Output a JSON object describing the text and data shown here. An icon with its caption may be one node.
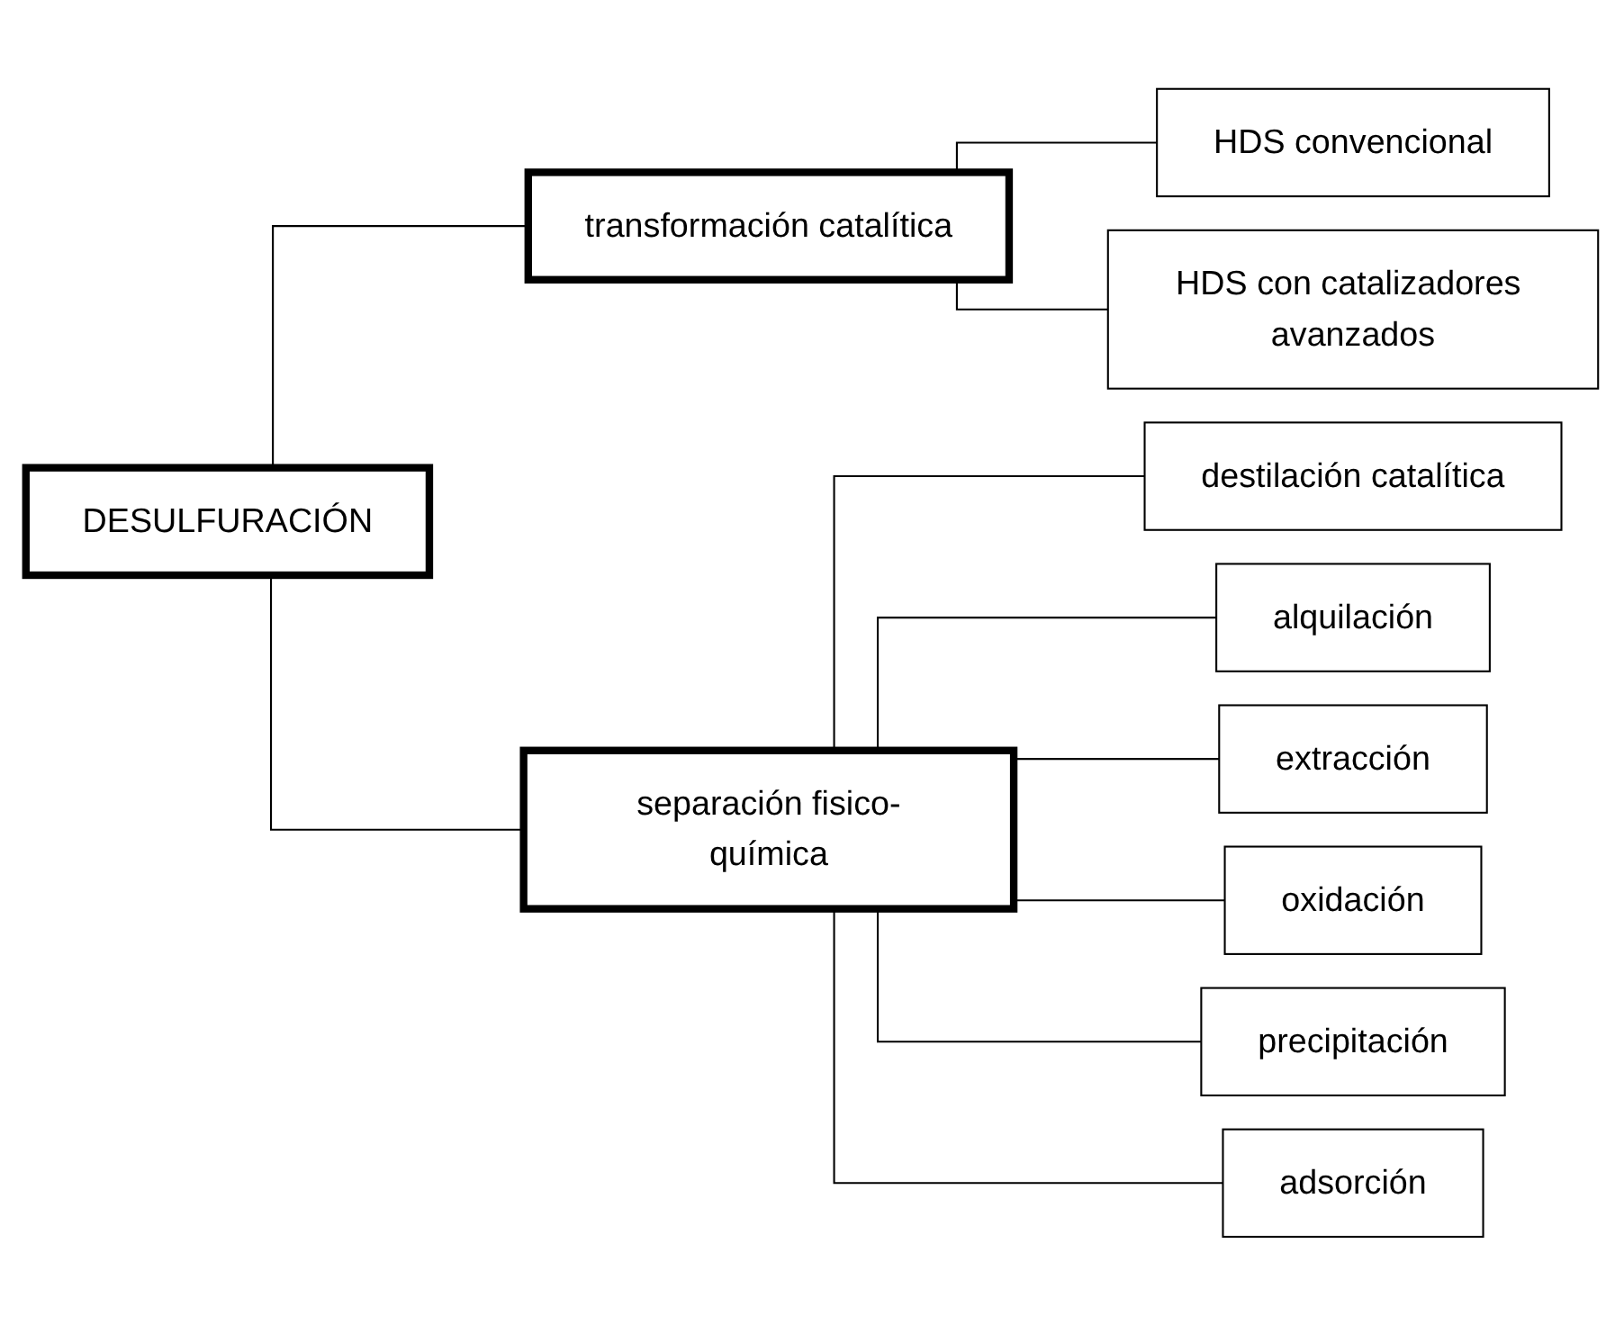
{
  "diagram": {
    "nodes": [
      {
        "text": [
          "DESULFURACIÓN"
        ]
      },
      {
        "text": [
          "transformación catalítica"
        ]
      },
      {
        "text": [
          "separación fisico-química"
        ]
      },
      {
        "text": [
          "HDS convencional"
        ]
      },
      {
        "text": [
          "HDS con catalizadores avanzados"
        ]
      },
      {
        "text": [
          "destilación catalítica"
        ]
      },
      {
        "text": [
          "alquilación"
        ]
      },
      {
        "text": [
          "extracción"
        ]
      },
      {
        "text": [
          "oxidación"
        ]
      },
      {
        "text": [
          "precipitación"
        ]
      },
      {
        "text": [
          "adsorción"
        ]
      }
    ],
    "edges": [
      {
        "from": 0,
        "to": 1,
        "arrow": "none"
      },
      {
        "from": 0,
        "to": 2,
        "arrow": "none"
      },
      {
        "from": 1,
        "to": 3,
        "arrow": "none"
      },
      {
        "from": 1,
        "to": 4,
        "arrow": "none"
      },
      {
        "from": 2,
        "to": 5,
        "arrow": "none"
      },
      {
        "from": 2,
        "to": 6,
        "arrow": "none"
      },
      {
        "from": 2,
        "to": 7,
        "arrow": "none"
      },
      {
        "from": 2,
        "to": 8,
        "arrow": "none"
      },
      {
        "from": 2,
        "to": 9,
        "arrow": "none"
      },
      {
        "from": 2,
        "to": 10,
        "arrow": "none"
      }
    ]
  }
}
